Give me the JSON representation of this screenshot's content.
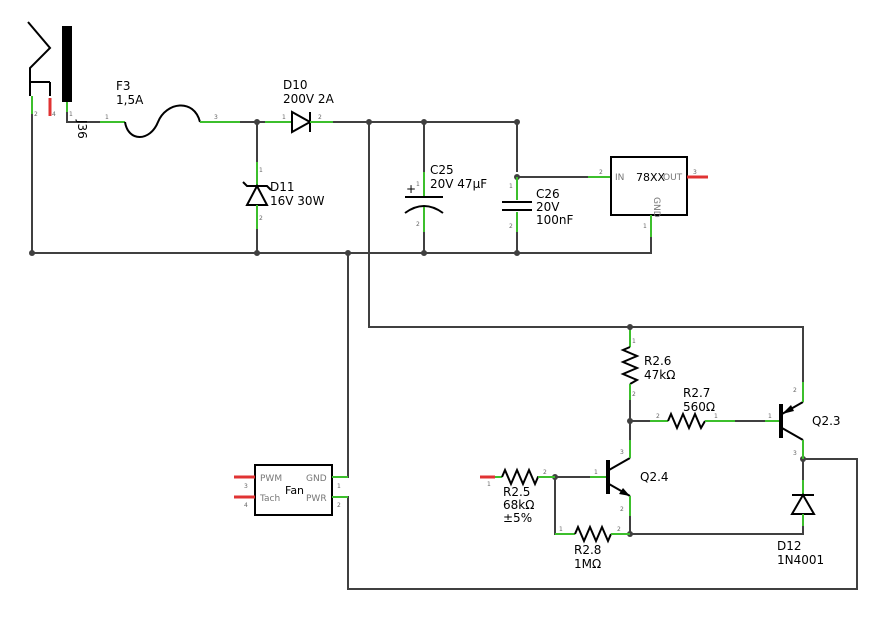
{
  "components": {
    "jack": {
      "name": "J36",
      "pin1": "1",
      "pin2": "2",
      "pin3": "4"
    },
    "f3": {
      "name": "F3",
      "value": "1,5A",
      "pin_left": "1",
      "pin_right": "3"
    },
    "d10": {
      "name": "D10",
      "value": "200V 2A",
      "pin_left": "1",
      "pin_right": "2"
    },
    "d11": {
      "name": "D11",
      "value": "16V 30W",
      "pin_top": "1",
      "pin_bottom": "2"
    },
    "c25": {
      "name": "C25",
      "value": "20V 47µF",
      "plus": "+",
      "pin_top": "1",
      "pin_bottom": "2"
    },
    "c26": {
      "name": "C26",
      "value": "20V",
      "value2": "100nF",
      "pin_top": "1",
      "pin_bottom": "2"
    },
    "reg": {
      "name": "78XX",
      "in": "IN",
      "out": "OUT",
      "gnd": "GND",
      "pin_in": "2",
      "pin_out": "3",
      "pin_gnd": "1"
    },
    "r26": {
      "name": "R2.6",
      "value": "47kΩ",
      "pin_top": "1",
      "pin_bottom": "2"
    },
    "r27": {
      "name": "R2.7",
      "value": "560Ω",
      "pin_left": "2",
      "pin_right": "1"
    },
    "q23": {
      "name": "Q2.3",
      "pin_b": "1",
      "pin_e": "2",
      "pin_c": "3"
    },
    "q24": {
      "name": "Q2.4",
      "pin_b": "1",
      "pin_c": "3",
      "pin_e": "2"
    },
    "r25": {
      "name": "R2.5",
      "value": "68kΩ",
      "tolerance": "±5%",
      "pin_left": "1",
      "pin_right": "2"
    },
    "r28": {
      "name": "R2.8",
      "value": "1MΩ",
      "pin_left": "1",
      "pin_right": "2"
    },
    "d12": {
      "name": "D12",
      "value": "1N4001"
    },
    "fan": {
      "name": "Fan",
      "pwm": "PWM",
      "tach": "Tach",
      "gnd": "GND",
      "pwr": "PWR",
      "pin_pwm": "3",
      "pin_tach": "4",
      "pin_gnd": "1",
      "pin_pwr": "2"
    }
  },
  "colors": {
    "wire": "#404040",
    "pin": "#3cbf2c",
    "unconnected_pin": "#e03333",
    "symbol": "#000000"
  }
}
